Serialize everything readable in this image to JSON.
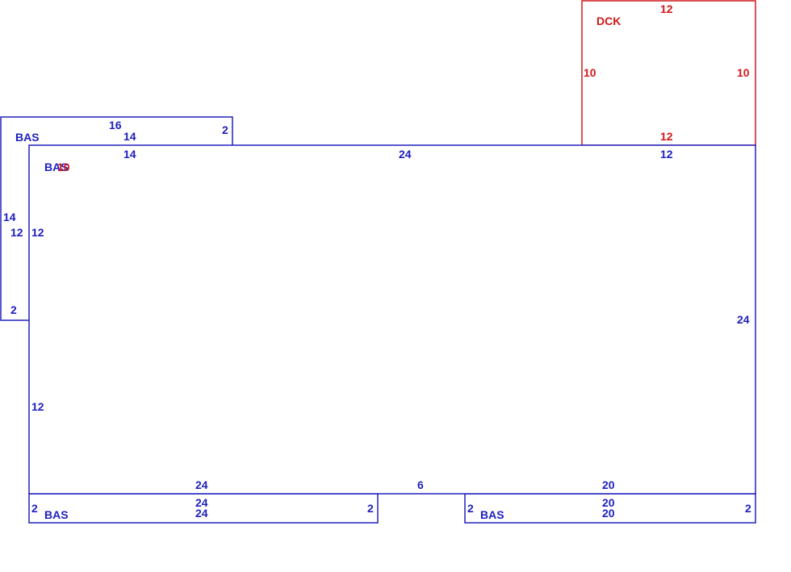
{
  "colors": {
    "base": "#2020c0",
    "deck": "#d01818"
  },
  "areas": [
    {
      "id": "main",
      "label": "BAS",
      "color_key": "base"
    },
    {
      "id": "left",
      "label": "BAS",
      "color_key": "base"
    },
    {
      "id": "deck",
      "label": "DCK",
      "color_key": "deck"
    },
    {
      "id": "bottom-l",
      "label": "BAS",
      "color_key": "base"
    },
    {
      "id": "bottom-r",
      "label": "BAS",
      "color_key": "base"
    }
  ],
  "overlap_label": "10",
  "dimensions": {
    "left_outer_top": "16",
    "left_inner_top": "14",
    "left_right_short": "2",
    "left_outer_side": "14",
    "left_inner_side": "12",
    "left_bottom": "2",
    "main_top_left": "14",
    "main_top_mid": "24",
    "main_top_right": "12",
    "main_left_upper": "12",
    "main_left_lower": "12",
    "main_right": "24",
    "main_bottom_left": "24",
    "main_bottom_gap": "6",
    "main_bottom_right": "20",
    "deck_top": "12",
    "deck_left": "10",
    "deck_right": "10",
    "deck_bottom": "12",
    "bl_top": "24",
    "bl_bottom": "24",
    "bl_left": "2",
    "bl_right": "2",
    "br_top": "20",
    "br_bottom": "20",
    "br_left": "2",
    "br_right": "2"
  }
}
